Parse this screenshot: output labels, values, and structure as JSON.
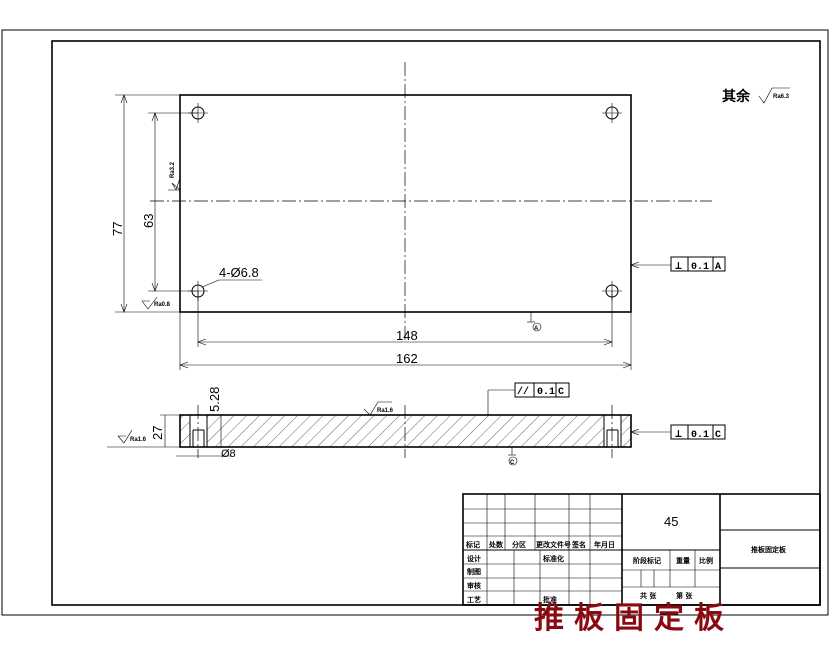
{
  "drawing": {
    "general_roughness": {
      "label": "其余",
      "value": "Ra6.3"
    },
    "top_view": {
      "dims": {
        "overall_length": "162",
        "hole_spacing_x": "148",
        "overall_width": "77",
        "hole_spacing_y": "63"
      },
      "holes_note": "4-Ø6.8",
      "roughness_left": "Ra3.2",
      "roughness_corner": "Ra0.8",
      "datum": "A",
      "tolerance": {
        "symbol": "⊥",
        "value": "0.1",
        "datum": "A"
      }
    },
    "section_view": {
      "dims": {
        "thickness": "27",
        "counterbore": "5.28",
        "bore": "Ø8"
      },
      "roughness_top": "Ra1.6",
      "roughness_left": "Ra1.6",
      "datum": "C",
      "parallel_tol": {
        "symbol": "//",
        "value": "0.1",
        "datum": "C"
      },
      "perp_tol": {
        "symbol": "⊥",
        "value": "0.1",
        "datum": "C"
      }
    }
  },
  "title_block": {
    "material": "45",
    "part_name": "推板固定板",
    "row_labels": [
      "标记",
      "处数",
      "分区",
      "更改文件号",
      "签名",
      "年月日"
    ],
    "side_labels": [
      "设计",
      "制图",
      "审核",
      "工艺"
    ],
    "standardization": "标准化",
    "approve": "批准",
    "stage_labels": [
      "阶段标记",
      "重量",
      "比例"
    ],
    "sheets": [
      "共 张",
      "第 张"
    ]
  },
  "footer_title": "推板固定板"
}
